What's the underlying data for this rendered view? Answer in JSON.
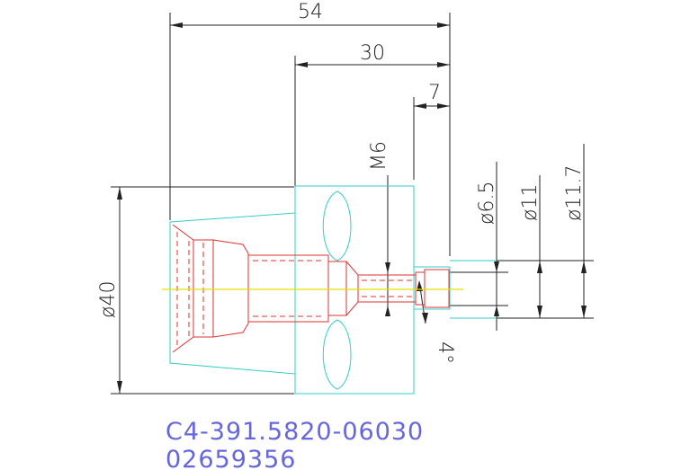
{
  "dimensions": {
    "length_overall": "54",
    "length_body": "30",
    "length_tip": "7",
    "thread": "M6",
    "dia_outer": "ø40",
    "dia_65": "ø6.5",
    "dia_11": "ø11",
    "dia_117": "ø11.7",
    "angle": "4°"
  },
  "part": {
    "number": "C4-391.5820-06030",
    "code": "02659356"
  },
  "colors": {
    "dimension": "#222222",
    "outline": "#33cccc",
    "hidden": "#dd3333",
    "centerline": "#e8e000",
    "text": "#6666dd"
  }
}
